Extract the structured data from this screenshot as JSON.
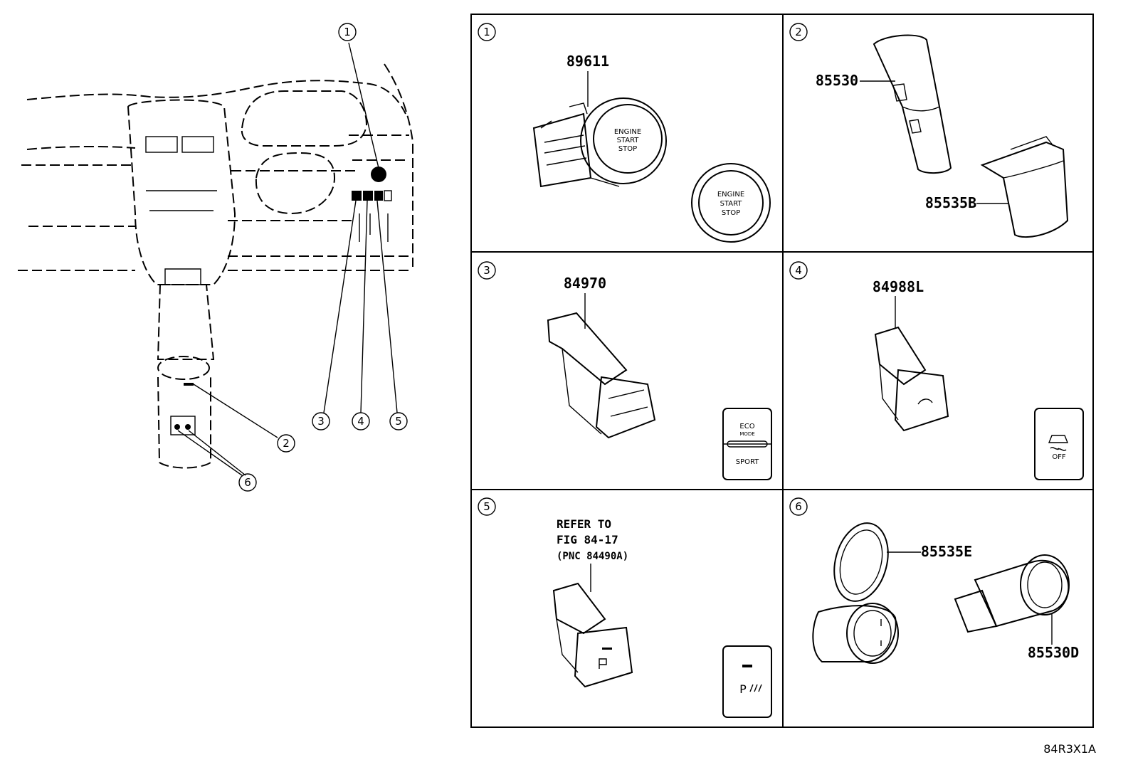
{
  "overview": {
    "callouts": [
      "1",
      "2",
      "3",
      "4",
      "5",
      "6"
    ]
  },
  "panels": [
    {
      "num": "1",
      "parts": [
        "89611"
      ],
      "button_text": [
        "ENGINE",
        "START",
        "STOP"
      ]
    },
    {
      "num": "2",
      "parts": [
        "85530",
        "85535B"
      ]
    },
    {
      "num": "3",
      "parts": [
        "84970"
      ],
      "switch_text": [
        "ECO",
        "MODE",
        "SPORT"
      ]
    },
    {
      "num": "4",
      "parts": [
        "84988L"
      ],
      "switch_text": [
        "OFF"
      ]
    },
    {
      "num": "5",
      "refer": [
        "REFER TO",
        "FIG 84-17",
        "(PNC 84490A)"
      ],
      "switch_text": [
        "P"
      ]
    },
    {
      "num": "6",
      "parts": [
        "85535E",
        "85530D"
      ]
    }
  ],
  "illustration_code": "84R3X1A"
}
